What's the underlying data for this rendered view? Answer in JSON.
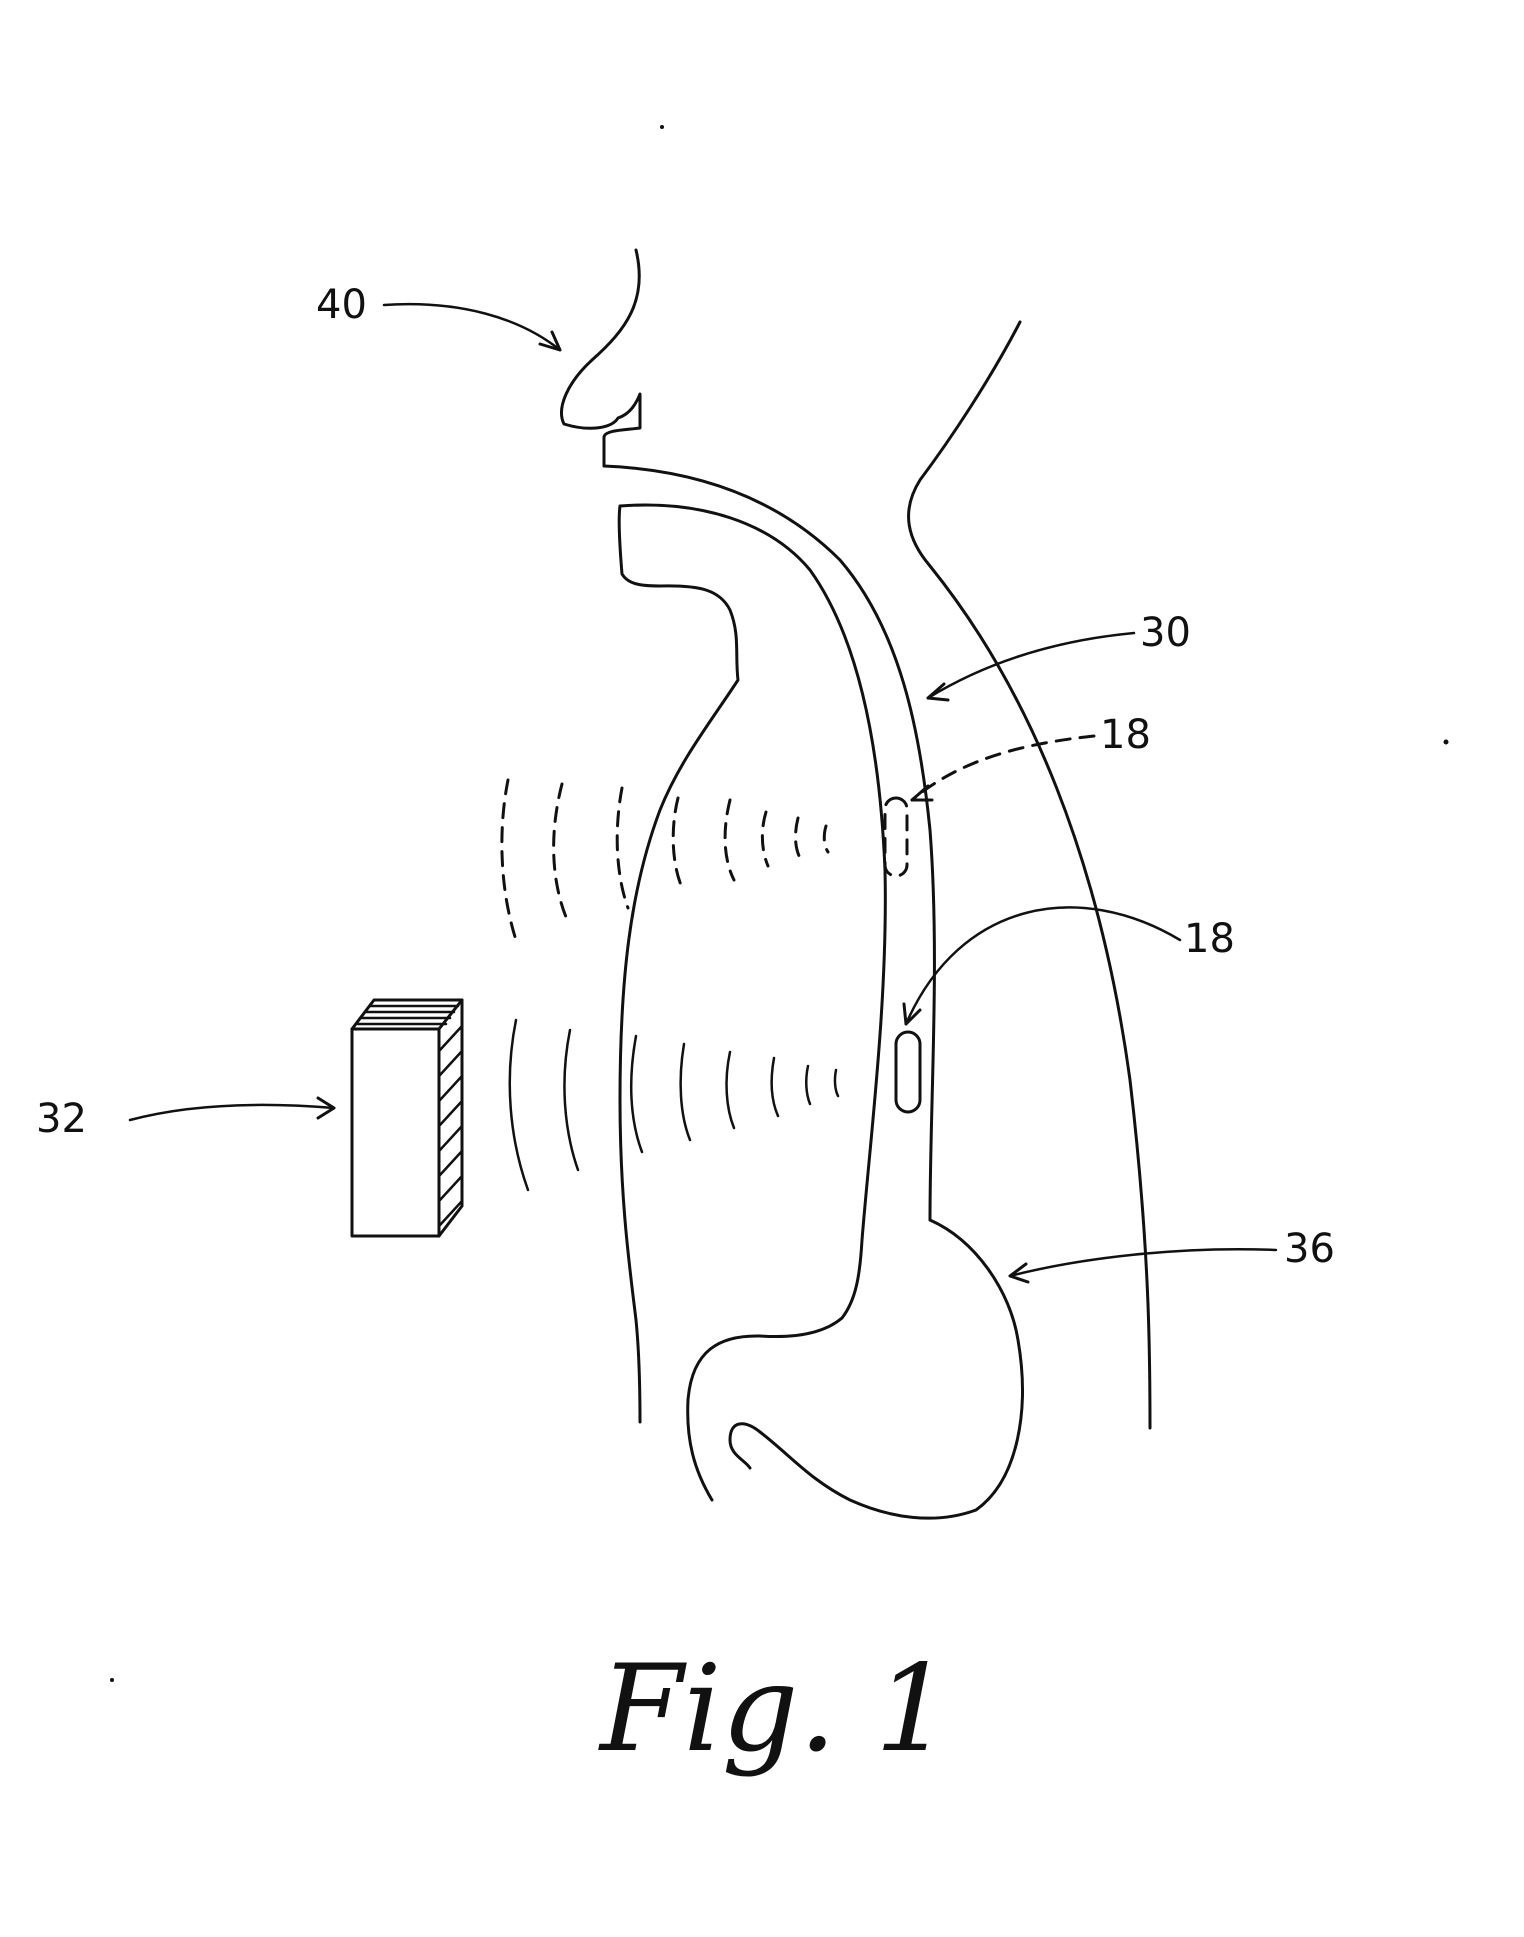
{
  "labels": {
    "nose": "40",
    "esophagus": "30",
    "capsule_upper": "18",
    "capsule_lower": "18",
    "transceiver": "32",
    "stomach": "36"
  },
  "caption": "Fig. 1"
}
